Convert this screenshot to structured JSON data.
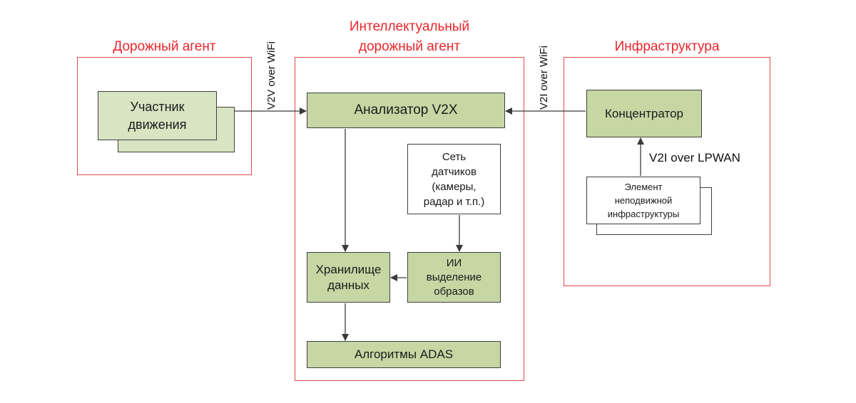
{
  "titles": {
    "road_agent": "Дорожный агент",
    "smart_agent": "Интеллектуальный\nдорожный агент",
    "infrastructure": "Инфраструктура"
  },
  "links": {
    "v2v": "V2V over WiFi",
    "v2i_wifi": "V2I over WiFi",
    "v2i_lpwan": "V2I over LPWAN"
  },
  "blocks": {
    "participant": "Участник\nдвижения",
    "analyzer": "Анализатор V2X",
    "sensors": "Сеть\nдатчиков\n(камеры,\nрадар и т.п.)",
    "storage": "Хранилище\nданных",
    "ai": "ИИ\nвыделение\nобразов",
    "adas": "Алгоритмы ADAS",
    "concentrator": "Концентратор",
    "fixed_element": "Элемент\nнеподвижной\nинфраструктуры"
  },
  "colors": {
    "frame": "#e0484b",
    "title": "#e8262b",
    "block_fill": "#c6d7a4",
    "block_border": "#3f3f3f"
  }
}
